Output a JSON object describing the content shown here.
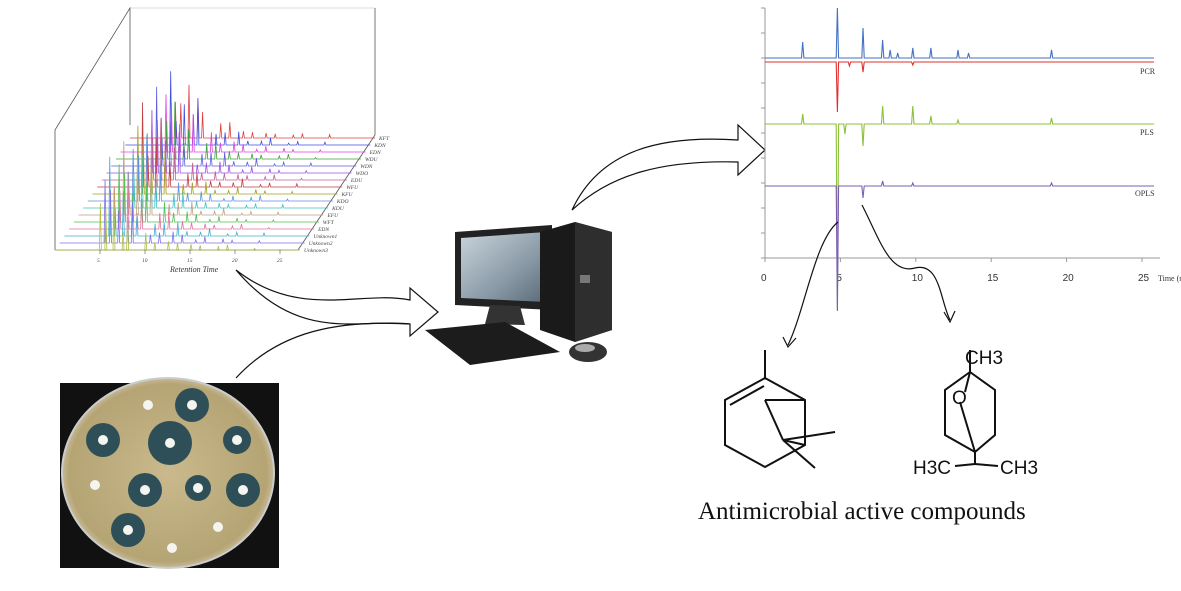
{
  "caption": "Antimicrobial active compounds",
  "chromatogram_3d": {
    "sample_labels": [
      "KFT",
      "KDN",
      "EDN",
      "WDU",
      "WDN",
      "WDO",
      "EDU",
      "WFU",
      "KFU",
      "KDO",
      "KDU",
      "EFU",
      "WFT",
      "EDN",
      "Unknown1",
      "Unknown2",
      "Unknown3"
    ],
    "x_ticks": [
      "5",
      "10",
      "15",
      "20",
      "25"
    ],
    "x_label": "Retention Time",
    "colors": [
      "#e04040",
      "#4050e0",
      "#e040e0",
      "#40a040",
      "#6060e0",
      "#a050e0",
      "#c06090",
      "#c04040",
      "#a0a020",
      "#6090e0",
      "#40c0c0",
      "#c0a080",
      "#50c050",
      "#e070a0",
      "#40b0d0",
      "#8070e0",
      "#b0c040"
    ]
  },
  "chart_data": {
    "type": "line",
    "title": "",
    "xlabel": "Time (min)",
    "ylabel": "",
    "xlim": [
      0,
      26
    ],
    "x_ticks": [
      "0",
      "5",
      "10",
      "15",
      "20",
      "25"
    ],
    "series": [
      {
        "name": "",
        "color": "#4472c4",
        "peaks": [
          [
            2.5,
            16
          ],
          [
            4.8,
            50
          ],
          [
            6.5,
            30
          ],
          [
            7.8,
            18
          ],
          [
            8.3,
            8
          ],
          [
            8.8,
            5
          ],
          [
            9.8,
            10
          ],
          [
            11.0,
            10
          ],
          [
            12.8,
            8
          ],
          [
            13.5,
            5
          ],
          [
            19.0,
            8
          ]
        ]
      },
      {
        "name": "PCR",
        "color": "#e03030",
        "peaks": [
          [
            4.8,
            -50
          ],
          [
            5.6,
            -4
          ],
          [
            6.5,
            -10
          ],
          [
            9.8,
            -3
          ]
        ]
      },
      {
        "name": "PLS",
        "color": "#8dc03c",
        "peaks": [
          [
            2.5,
            10
          ],
          [
            4.8,
            -30
          ],
          [
            5.3,
            -10
          ],
          [
            6.5,
            -22
          ],
          [
            7.8,
            18
          ],
          [
            9.8,
            18
          ],
          [
            11.0,
            8
          ],
          [
            12.8,
            4
          ],
          [
            19.0,
            6
          ]
        ]
      },
      {
        "name": "OPLS",
        "color": "#7a5fb0",
        "peaks": [
          [
            4.8,
            -30
          ],
          [
            6.5,
            -12
          ],
          [
            7.8,
            5
          ],
          [
            9.8,
            3
          ],
          [
            19.0,
            3
          ]
        ]
      }
    ]
  },
  "molecules": {
    "eucalyptol_top": "CH3",
    "eucalyptol_left": "H3C",
    "eucalyptol_right": "CH3",
    "eucalyptol_oxygen": "O"
  }
}
